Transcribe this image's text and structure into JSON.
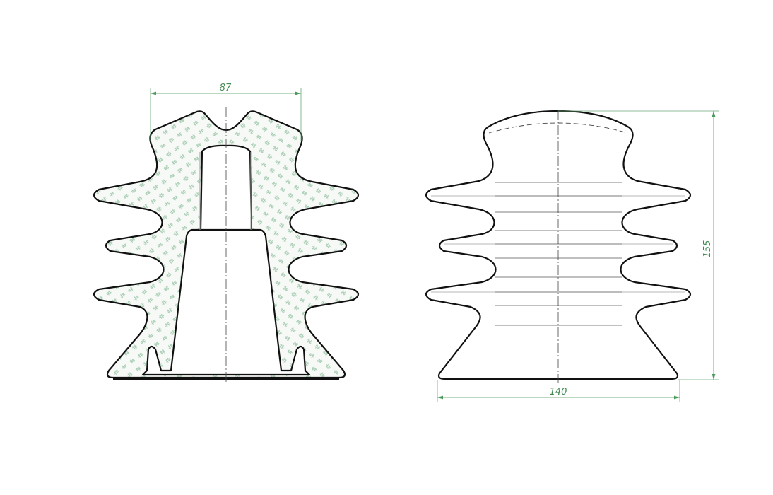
{
  "drawing": {
    "section_view": {
      "dimension_top": "87"
    },
    "side_view": {
      "dimension_height": "155",
      "dimension_base": "140"
    }
  },
  "colors": {
    "outline": "#111111",
    "dimension": "#4a9a5a",
    "hatch": "#9fc7ab",
    "centerline": "#444444"
  }
}
